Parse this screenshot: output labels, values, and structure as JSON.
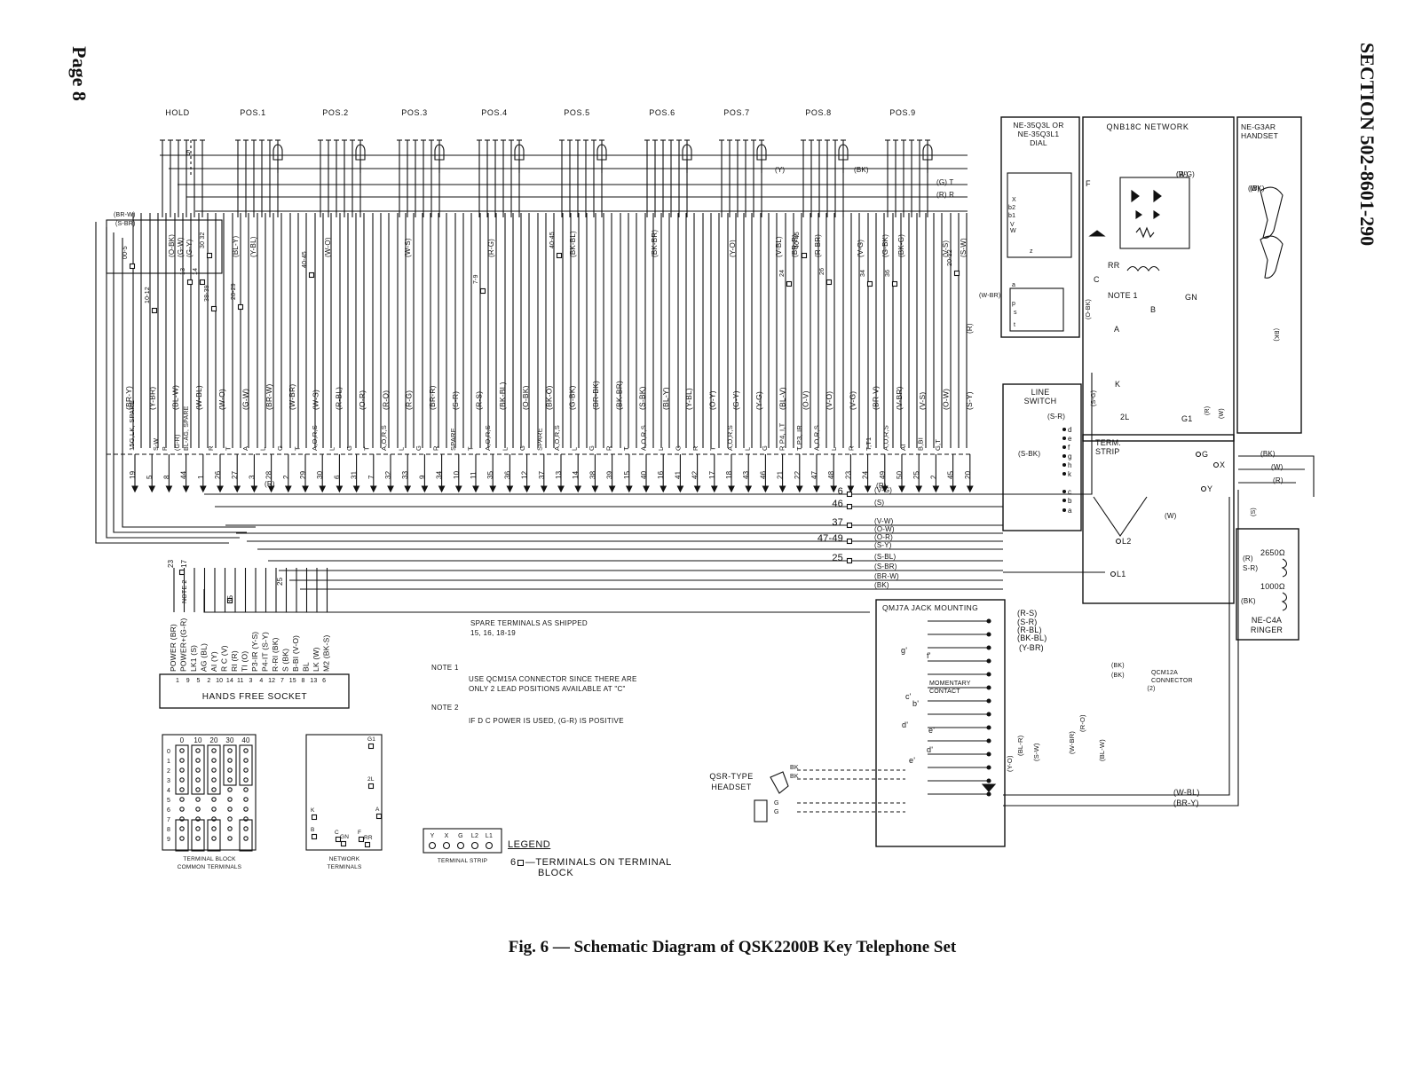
{
  "page_label": "Page 8",
  "section_label": "SECTION 502-8601-290",
  "caption": "Fig. 6 — Schematic Diagram of QSK2200B Key Telephone Set",
  "key_labels": [
    "HOLD",
    "POS.1",
    "POS.2",
    "POS.3",
    "POS.4",
    "POS.5",
    "POS.6",
    "POS.7",
    "POS.8",
    "POS.9"
  ],
  "components": {
    "dial": [
      "NE-35Q3L OR",
      "NE-35Q3L1",
      "DIAL"
    ],
    "network": "QNB18C NETWORK",
    "handset": [
      "NE-G3AR",
      "HANDSET"
    ],
    "line_switch": [
      "LINE",
      "SWITCH"
    ],
    "term_strip": [
      "TERM.",
      "STRIP"
    ],
    "ringer": [
      "NE-C4A",
      "RINGER"
    ],
    "jack_mounting": "QMJ7A JACK MOUNTING",
    "momentary_contact": [
      "MOMENTARY",
      "CONTACT"
    ],
    "qcm12a": [
      "QCM12A",
      "CONNECTOR",
      "(2)"
    ],
    "headset": [
      "QSR-TYPE",
      "HEADSET"
    ],
    "hands_free_socket": "HANDS FREE SOCKET"
  },
  "ringer_values": [
    "2650Ω",
    "1000Ω"
  ],
  "network_terminals": [
    "F",
    "RR",
    "C",
    "GN",
    "B",
    "NOTE 1",
    "A",
    "K",
    "2L",
    "G1"
  ],
  "terminal_strip_points": [
    "G",
    "X",
    "Y",
    "L1",
    "L2"
  ],
  "lead_labels_top": [
    "(BR-W)",
    "(S-BR)",
    "(O-BK)",
    "(G-W)",
    "(G-Y)",
    "(BL-Y)",
    "(Y-BL)",
    "(W-O)",
    "(W-S)",
    "(R-G)",
    "(BK-BL)",
    "(BK-BR)",
    "(Y-O)",
    "(V-BL)",
    "(BR-R)",
    "(R-BR)",
    "(V-G)",
    "(G-BK)",
    "(BK-G)",
    "(V-S)",
    "(S-W)",
    "(R)",
    "(G)",
    "(W-BR)",
    "(R-G)",
    "(Y)",
    "(BK)"
  ],
  "bundle_pairs": [
    "00-5",
    "10-12",
    "38-39",
    "28-29",
    "40-45",
    "7-9",
    "40-45",
    "24",
    "40-45",
    "26",
    "34",
    "36",
    "20-22",
    "30 32",
    "13",
    "14"
  ],
  "lead_labels_mid": [
    "(BR-Y)",
    "(Y-BR)",
    "(BL-W)",
    "(W-BL)",
    "(W-O)",
    "(G-W)",
    "(BR-W)",
    "(W-BR)",
    "(W-S)",
    "(R-BL)",
    "(O-R)",
    "(R-O)",
    "(R-G)",
    "(BR-R)",
    "(S-R)",
    "(R-S)",
    "(BK-BL)",
    "(O-BK)",
    "(BK-O)",
    "(G-BK)",
    "(BR-BK)",
    "(BK-BR)",
    "(S-BK)",
    "(BL-Y)",
    "(Y-BL)",
    "(O-Y)",
    "(G-Y)",
    "(Y-G)",
    "(BL-V)",
    "(O-V)",
    "(V-O)",
    "(V-G)",
    "(BR-V)",
    "(V-BR)",
    "(V-S)",
    "(O-W)",
    "(S-Y)"
  ],
  "socket_labels": [
    "15G,LK, SPARE",
    "S-W",
    "P",
    "(G-R)",
    "BL-AG, SPARE"
  ],
  "row_function_labels": [
    "R",
    "T",
    "A",
    "L",
    "G",
    "T",
    "A,O,R,S",
    "L",
    "G",
    "T",
    "A,O,R,S",
    "L",
    "G",
    "R",
    "SPARE",
    "T",
    "A,O,R,S",
    "L",
    "G",
    "SPARE",
    "A,O,R,S",
    "L",
    "G",
    "R",
    "T",
    "A,O,R,S",
    "L",
    "G",
    "R",
    "T",
    "A,O,R,S",
    "L",
    "G",
    "R P4, I,T",
    "T P3, IR",
    "A,O,R,S",
    "L",
    "R",
    "T,T1",
    "A,O,R,S",
    "AI",
    "B,BI",
    "G,T"
  ],
  "row_numbers": [
    "19",
    "5",
    "8",
    "44",
    "1",
    "26",
    "27",
    "3",
    "28",
    "2",
    "29",
    "30",
    "6",
    "31",
    "7",
    "32",
    "33",
    "9",
    "34",
    "10",
    "11",
    "35",
    "36",
    "12",
    "37",
    "13",
    "14",
    "38",
    "39",
    "15",
    "40",
    "16",
    "41",
    "42",
    "17",
    "18",
    "43",
    "46",
    "21",
    "22",
    "47",
    "48",
    "23",
    "24",
    "49",
    "50",
    "25",
    "2",
    "45",
    "20"
  ],
  "bus_terms": [
    {
      "num": "6",
      "lead": "(V-G)"
    },
    {
      "num": "46",
      "lead": "(S)"
    },
    {
      "num": "37",
      "lead": "(V-W)"
    },
    {
      "num": "",
      "lead": "(O-W)"
    },
    {
      "num": "47-49",
      "lead": "(O-R)"
    },
    {
      "num": "",
      "lead": "(S-Y)"
    },
    {
      "num": "25",
      "lead": "(S-BL)"
    },
    {
      "num": "",
      "lead": "(S-BR)"
    },
    {
      "num": "",
      "lead": "(BR-W)"
    },
    {
      "num": "",
      "lead": "(BK)"
    }
  ],
  "hfs_labels": [
    "POWER (BR)",
    "POWER+(G-R)",
    "LK1 (S)",
    "AG (BL)",
    "AI (Y)",
    "R C (V)",
    "RI (R)",
    "TI (O)",
    "P3-IR (Y-S)",
    "P4-IT (S-Y)",
    "R-RI (BK)",
    "S (BK)",
    "B-BI (V-O)",
    "BL",
    "LK (W)",
    "M2 (BK-S)"
  ],
  "hfs_pins": [
    "1",
    "9",
    "5",
    "2",
    "10",
    "14",
    "11",
    "3",
    "4",
    "12",
    "7",
    "15",
    "8",
    "13",
    "6"
  ],
  "hfs_side": [
    "23",
    "17",
    "NOTE 2",
    "35",
    "25"
  ],
  "notes": {
    "spare": [
      "SPARE TERMINALS AS SHIPPED",
      "15, 16, 18-19"
    ],
    "note1_title": "NOTE 1",
    "note1": [
      "USE QCM15A CONNECTOR SINCE THERE ARE",
      "ONLY 2 LEAD POSITIONS AVAILABLE AT \"C\""
    ],
    "note2_title": "NOTE 2",
    "note2": "IF D C POWER IS USED, (G-R) IS POSITIVE"
  },
  "jack_leads": [
    "(R-S)",
    "(S-R)",
    "(R-BL)",
    "(BK-BL)",
    "(Y-BR)",
    "(BK)",
    "(BK)",
    "(R-O)",
    "(W-BR)",
    "(BL-W)",
    "(Y-O)",
    "(BL-R)",
    "(S-W)",
    "(W-BL)",
    "(BR-Y)"
  ],
  "jack_letters": [
    "g'",
    "c'",
    "d'",
    "b'",
    "e'",
    "d'",
    "e'",
    "f'"
  ],
  "headset_leads": [
    "BK",
    "BK",
    "G",
    "G"
  ],
  "right_leads": [
    "(R-G)",
    "(W)",
    "(BK)",
    "(BK)",
    "(W)",
    "(R)",
    "(R)",
    "S-R)",
    "(BK)",
    "(S)",
    "(W)",
    "(R)",
    "(W)"
  ],
  "line_switch_leads": [
    "(S-R)",
    "(S-BK)",
    "(S-G)",
    "(O-BK)"
  ],
  "line_switch_letters": [
    "d",
    "e",
    "f",
    "g",
    "h",
    "k",
    "c",
    "b",
    "a"
  ],
  "dial_letters": [
    "X",
    "b2",
    "b1",
    "V",
    "W",
    "z",
    "a",
    "p",
    "s",
    "t"
  ],
  "terminal_block": {
    "caption": [
      "TERMINAL BLOCK",
      "COMMON TERMINALS"
    ],
    "cols": [
      "0",
      "10",
      "20",
      "30",
      "40"
    ],
    "rows": [
      "0",
      "1",
      "2",
      "3",
      "4",
      "5",
      "6",
      "7",
      "8",
      "9"
    ]
  },
  "network_terms": {
    "caption": [
      "NETWORK",
      "TERMINALS"
    ],
    "labels": [
      "G1",
      "2L",
      "K",
      "A",
      "B",
      "C",
      "F",
      "GN",
      "RR"
    ]
  },
  "terminal_strip": {
    "caption": "TERMINAL STRIP",
    "labels": [
      "Y",
      "X",
      "G",
      "L2",
      "L1"
    ]
  },
  "legend": {
    "title": "LEGEND",
    "sample_num": "6",
    "text": [
      "—TERMINALS ON TERMINAL",
      "BLOCK"
    ]
  }
}
